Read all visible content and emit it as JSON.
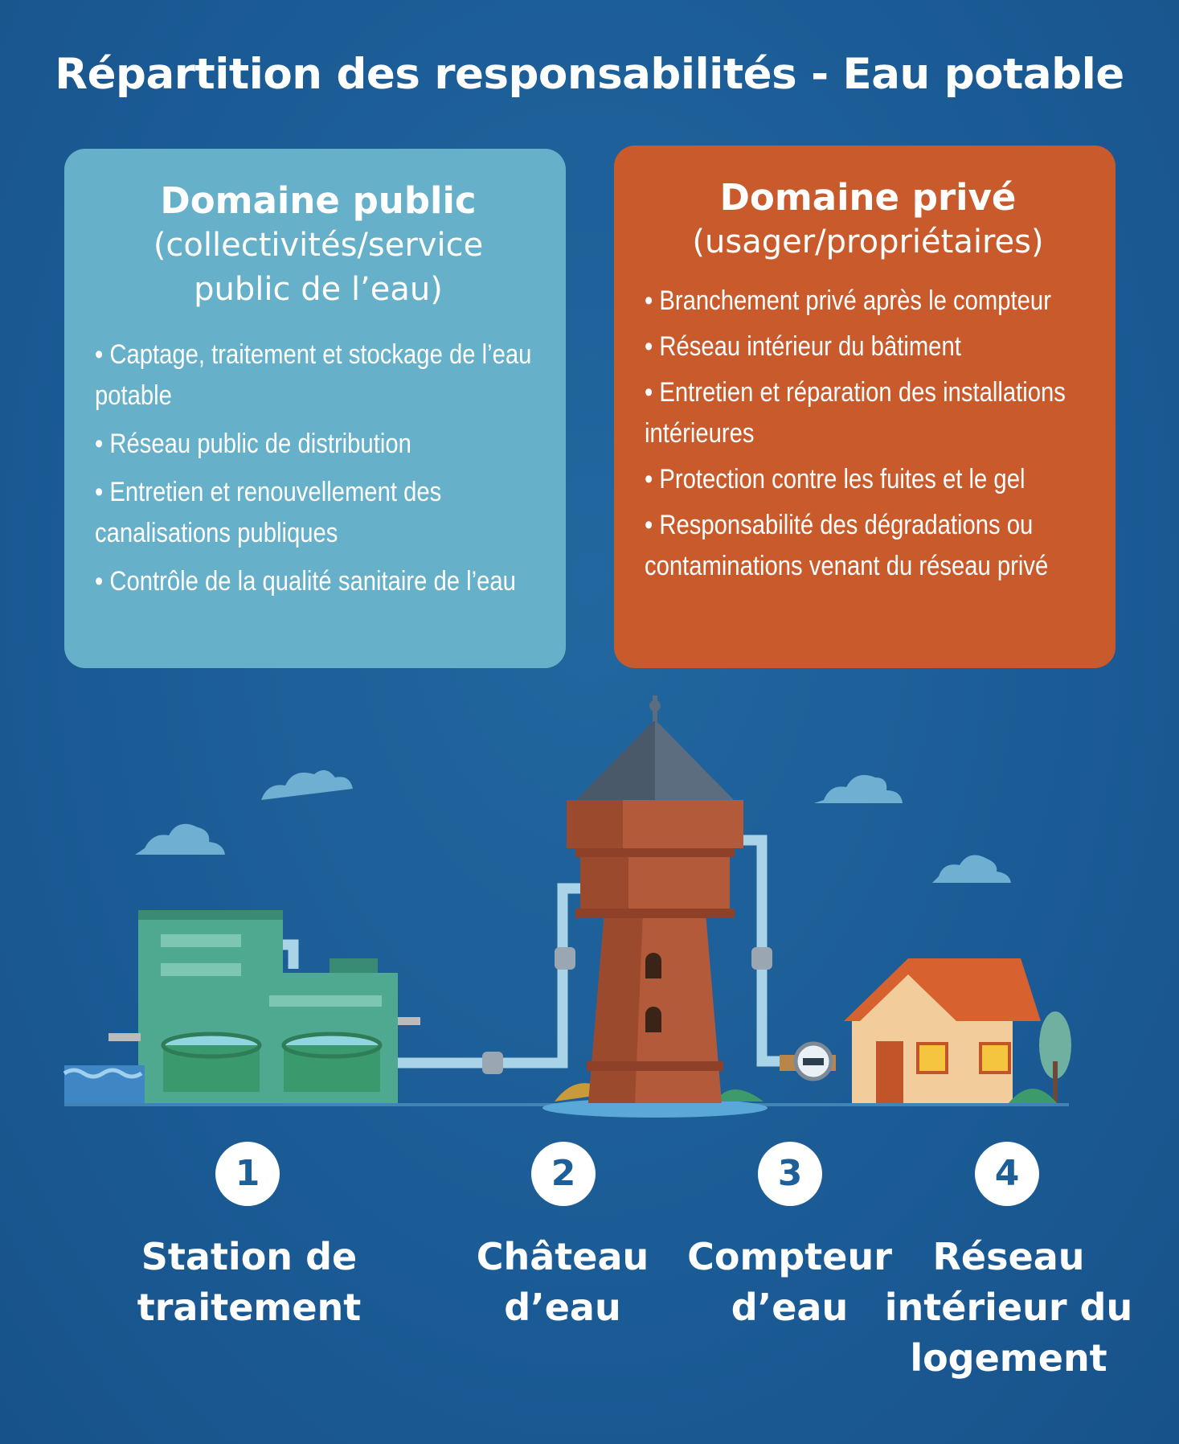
{
  "title": "Répartition des responsabilités - Eau potable",
  "public_domain": {
    "title": "Domaine public",
    "subtitle": "(collectivités/service public de l’eau)",
    "color": "#66b1c9",
    "items": [
      "• Captage, traitement et stockage de l’eau potable",
      "• Réseau public de distribution",
      "• Entretien et renouvellement des canalisations publiques",
      "• Contrôle de la qualité sanitaire de l’eau"
    ]
  },
  "private_domain": {
    "title": "Domaine privé",
    "subtitle": "(usager/propriétaires)",
    "color": "#c95a2c",
    "items": [
      "• Branchement privé après le compteur",
      "• Réseau intérieur du bâtiment",
      "• Entretien et réparation des installations intérieures",
      "• Protection contre les fuites et le gel",
      "• Responsabilité des dégradations ou contaminations venant du réseau privé"
    ]
  },
  "steps": [
    {
      "number": "1",
      "label": "Station de traitement",
      "icon": "treatment-station-icon"
    },
    {
      "number": "2",
      "label": "Château d’eau",
      "icon": "water-tower-icon"
    },
    {
      "number": "3",
      "label": "Compteur d’eau",
      "icon": "water-meter-icon"
    },
    {
      "number": "4",
      "label": "Réseau intérieur du logement",
      "icon": "house-icon"
    }
  ]
}
